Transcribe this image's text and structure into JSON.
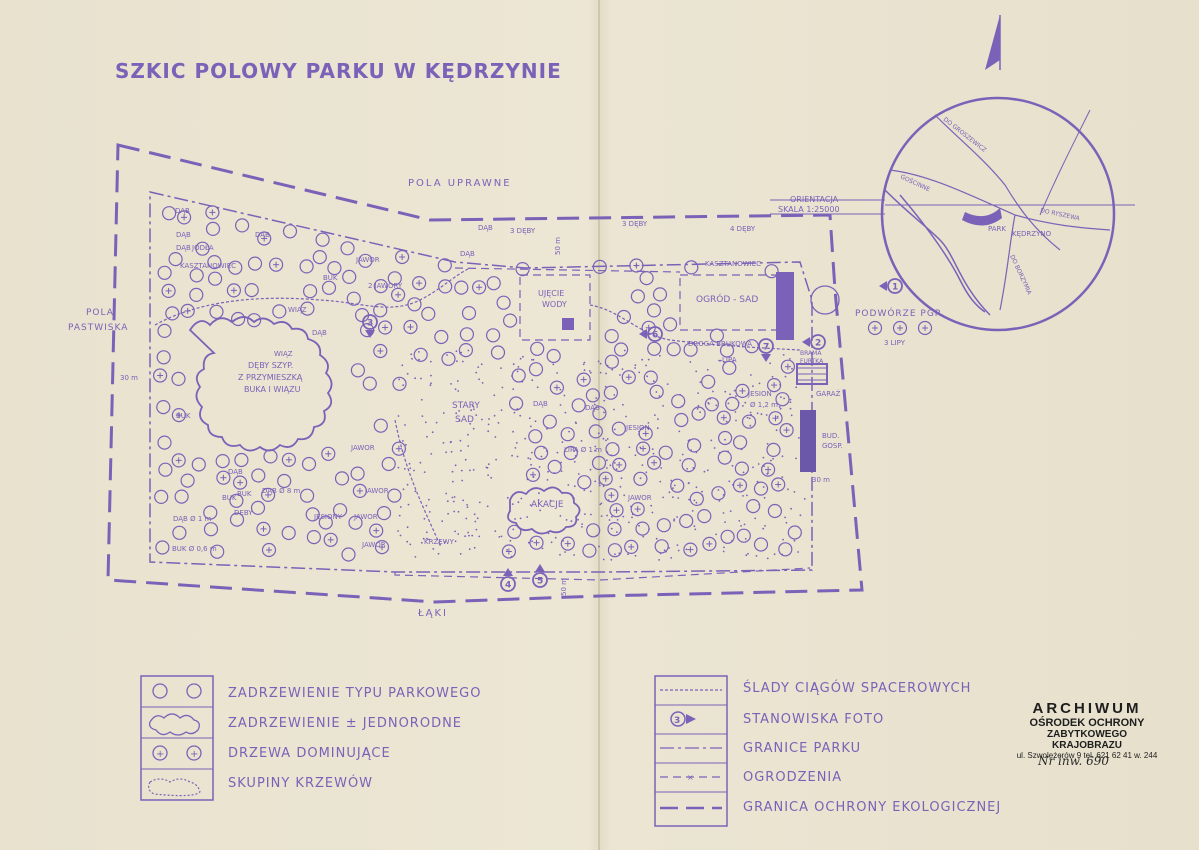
{
  "title": "SZKIC POLOWY PARKU W KĘDRZYNIE",
  "colors": {
    "ink": "#7b62b8",
    "paper": "#e9e3d0",
    "stamp": "#1d1d1d"
  },
  "surroundings": {
    "north": "POLA UPRAWNE",
    "west_1": "POLA",
    "west_2": "PASTWISKA",
    "south": "ŁĄKI",
    "courtyard": "PODWÓRZE PGR",
    "courtyard_trees": "3 LIPY"
  },
  "orientation": {
    "line1": "ORIENTACJA",
    "line2": "SKALA 1:25000"
  },
  "inset": {
    "road_top": "DO GROSZEWICZ",
    "road_left": "GOŚCINNE",
    "road_right": "DO RYSZEWA",
    "park": "PARK",
    "village": "KĘDRZYNO",
    "road_bottom": "DO BORZYMIA"
  },
  "areas": {
    "oak_stand_1": "DĘBY SZYP.",
    "oak_stand_2": "Z PRZYMIESZKĄ",
    "oak_stand_3": "BUKA I WIĄZU",
    "old_orchard_1": "STARY",
    "old_orchard_2": "SAD",
    "water_1": "UJĘCIE",
    "water_2": "WODY",
    "garden": "OGRÓD - SAD",
    "acacias": "AKACJE",
    "gate_1": "BRAMA",
    "gate_2": "FURTKA",
    "garage": "GARAŻ",
    "farm_1": "BUD.",
    "farm_2": "GOSP.",
    "road": "DROGA BRUKOWA"
  },
  "tree_labels": {
    "dab_a": "DĄB",
    "dab_b": "DĄB",
    "dab_c": "DĄB",
    "jodla": "JODŁA",
    "kasztanowiec": "KASZTANOWIEC",
    "dab_d": "DĄB",
    "jawor_a": "JAWOR",
    "buk_a": "BUK",
    "jawory2": "2 JAWORY",
    "wiaz_a": "WIĄZ",
    "dab_e": "DĄB",
    "wiaz_b": "WIĄZ",
    "buk_b": "BUK",
    "buk_c": "BUK",
    "deby3": "3 DĘBY",
    "dab_f": "DĄB",
    "deby3b": "3 DĘBY",
    "deby4": "4 DĘBY",
    "kasztanowiec_b": "KASZTANOWIEC",
    "dab_g": "DĄB",
    "dab_h": "DĄB",
    "jawor_b": "JAWOR",
    "buk_d": "BUK",
    "dab_i": "DĄB Ø 8 m",
    "jawor_c": "JAWOR",
    "dab_j": "DĄB Ø 1 m",
    "debny": "DĘBY",
    "jesiony": "JESIONY",
    "jawor_d": "JAWOR",
    "buk_e": "BUK Ø 0,6 m",
    "jawor_e": "JAWOR",
    "dab_k": "DĄB",
    "dab_l": "DĄB",
    "jesion": "JESION",
    "lipa": "LIPA Ø 1 m",
    "jawor_f": "JAWOR",
    "lipa_b": "LIPA",
    "jesion_b": "JESION",
    "jesion_c": "Ø 1,2 m",
    "krzewy": "KRZEWY"
  },
  "scale_notes": {
    "s30a": "30 m",
    "s30b": "30 m",
    "s50": "50 m",
    "s50b": "50 m"
  },
  "photo_stations": [
    "1",
    "2",
    "3",
    "4",
    "5",
    "6",
    "7"
  ],
  "legend_left": [
    "ZADRZEWIENIE TYPU PARKOWEGO",
    "ZADRZEWIENIE ± JEDNORODNE",
    "DRZEWA DOMINUJĄCE",
    "SKUPINY KRZEWÓW"
  ],
  "legend_right": [
    "ŚLADY CIĄGÓW SPACEROWYCH",
    "STANOWISKA FOTO",
    "GRANICE PARKU",
    "OGRODZENIA",
    "GRANICA OCHRONY EKOLOGICZNEJ"
  ],
  "legend_sample_number": "3",
  "stamp": {
    "line1": "ARCHIWUM",
    "line2": "OŚRODEK OCHRONY",
    "line3": "ZABYTKOWEGO KRAJOBRAZU",
    "line4": "ul. Szwoleżerów 9  tel. 621 62 41 w. 244"
  },
  "handwritten": "Nr inw. 690"
}
